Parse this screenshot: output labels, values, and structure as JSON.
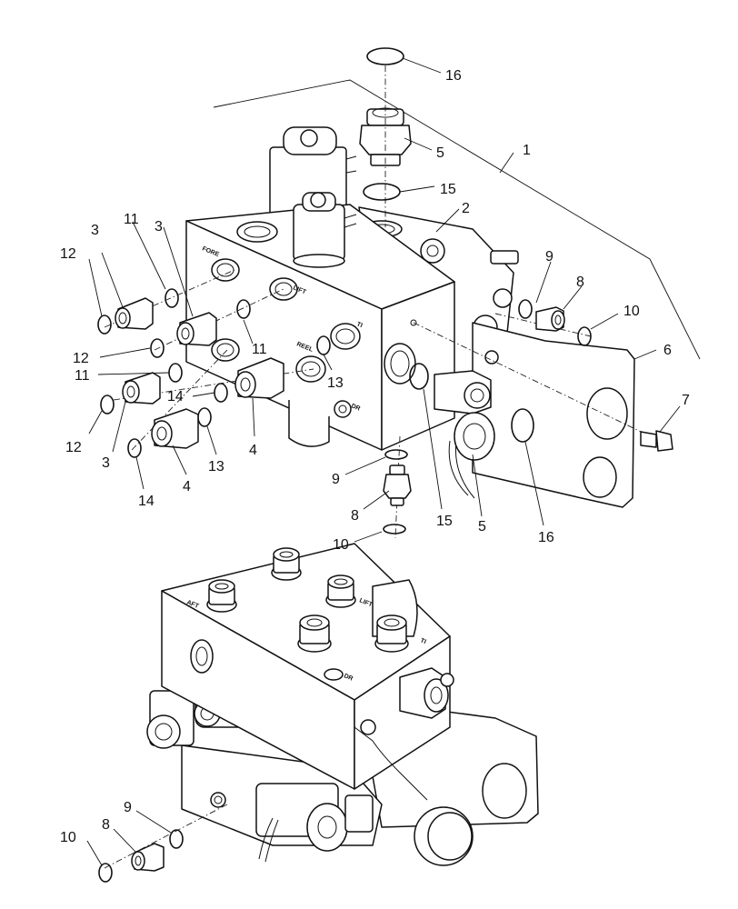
{
  "port_labels": {
    "fore": "FORE",
    "lift": "LIFT",
    "aft": "AFT",
    "reel": "REEL",
    "ti": "TI",
    "dr": "DR"
  },
  "callouts": {
    "c1": "1",
    "c2": "2",
    "c3a": "3",
    "c3b": "3",
    "c3c": "3",
    "c4a": "4",
    "c4b": "4",
    "c5a": "5",
    "c5b": "5",
    "c6": "6",
    "c7": "7",
    "c8a": "8",
    "c8b": "8",
    "c8c": "8",
    "c9a": "9",
    "c9b": "9",
    "c9c": "9",
    "c10a": "10",
    "c10b": "10",
    "c10c": "10",
    "c11a": "11",
    "c11b": "11",
    "c11c": "11",
    "c12a": "12",
    "c12b": "12",
    "c12c": "12",
    "c13a": "13",
    "c13b": "13",
    "c14a": "14",
    "c14b": "14",
    "c15a": "15",
    "c15b": "15",
    "c16a": "16",
    "c16b": "16"
  }
}
